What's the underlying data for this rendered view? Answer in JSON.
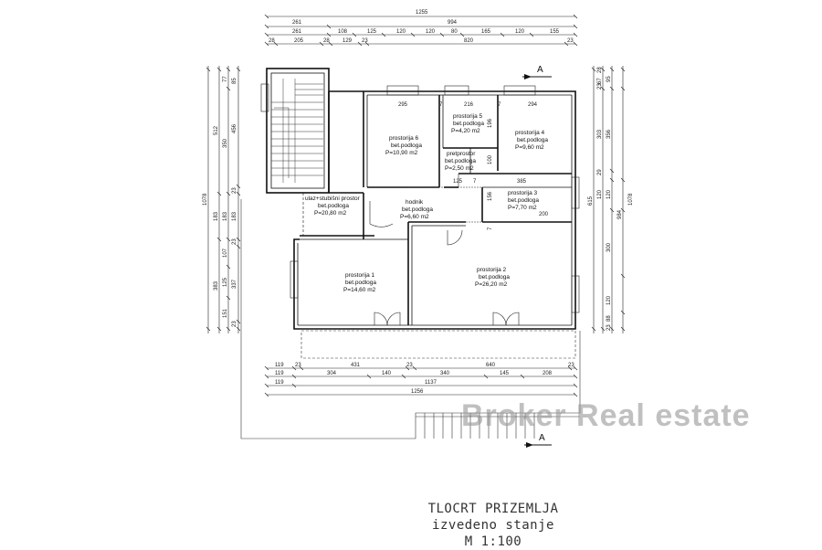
{
  "drawing": {
    "title_line1": "TLOCRT PRIZEMLJA",
    "title_line2": "izvedeno stanje",
    "scale": "M 1:100",
    "section_mark": "A",
    "watermark": "Broker Real estate"
  },
  "rooms": [
    {
      "name": "prostorija 6",
      "floor": "bet.podloga",
      "area": "P=10,90 m2"
    },
    {
      "name": "prostorija 5",
      "floor": "bet.podloga",
      "area": "P=4,20 m2"
    },
    {
      "name": "prostorija 4",
      "floor": "bet.podloga",
      "area": "P=9,60 m2"
    },
    {
      "name": "pretprostor",
      "floor": "bet.podloga",
      "area": "P=2,50 m2"
    },
    {
      "name": "prostorija 3",
      "floor": "bet.podloga",
      "area": "P=7,70 m2"
    },
    {
      "name": "ulaz+stubišni prostor",
      "floor": "bet.podloga",
      "area": "P=20,80 m2"
    },
    {
      "name": "hodnik",
      "floor": "bet.podloga",
      "area": "P=6,60 m2"
    },
    {
      "name": "prostorija 1",
      "floor": "bet.podloga",
      "area": "P=14,60 m2"
    },
    {
      "name": "prostorija 2",
      "floor": "bet.podloga",
      "area": "P=26,20 m2"
    }
  ],
  "dimensions": {
    "top_total": "1255",
    "top_row2": [
      "261",
      "994"
    ],
    "top_row3": [
      "261",
      "108",
      "125",
      "120",
      "120",
      "80",
      "165",
      "120",
      "155"
    ],
    "top_row4": [
      "28",
      "205",
      "28",
      "129",
      "23",
      "820",
      "23"
    ],
    "bottom_row1": [
      "119",
      "23",
      "431",
      "23",
      "640",
      "23"
    ],
    "bottom_row2": [
      "119",
      "304",
      "140",
      "340",
      "145",
      "208"
    ],
    "bottom_row3": [
      "119",
      "1137"
    ],
    "bottom_total": "1256",
    "left_outer": "1078",
    "left_row2": [
      "512",
      "183",
      "383"
    ],
    "left_row3": [
      "77",
      "350",
      "183",
      "107",
      "125",
      "151"
    ],
    "left_row4": [
      "85",
      "456",
      "23",
      "183",
      "23",
      "337",
      "23"
    ],
    "right_outer": "1078",
    "right_row2": [
      "984",
      "67",
      "28"
    ],
    "right_row3": [
      "23",
      "303",
      "29",
      "120",
      "615"
    ],
    "right_row4": [
      "95",
      "356",
      "120",
      "300",
      "120",
      "88",
      "23"
    ],
    "interior": [
      "295",
      "7",
      "216",
      "7",
      "294",
      "196",
      "100",
      "125",
      "7",
      "385",
      "156",
      "200",
      "7"
    ]
  }
}
